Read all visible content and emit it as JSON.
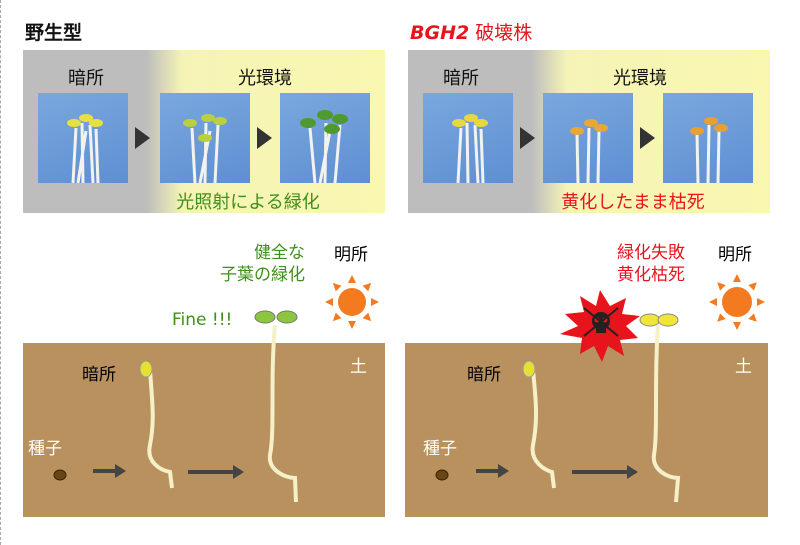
{
  "left": {
    "title": "野生型",
    "dark_label": "暗所",
    "light_label": "光環境",
    "caption": "光照射による緑化",
    "scene": {
      "annotation_lines": [
        "健全な",
        "子葉の緑化"
      ],
      "bright_label": "明所",
      "fine_label": "Fine !!!",
      "dark_label": "暗所",
      "seed_label": "種子",
      "soil_label": "土"
    }
  },
  "right": {
    "title_gene": "BGH2",
    "title_suffix": " 破壊株",
    "dark_label": "暗所",
    "light_label": "光環境",
    "caption": "黄化したまま枯死",
    "scene": {
      "annotation_lines": [
        "緑化失敗",
        "黄化枯死"
      ],
      "bright_label": "明所",
      "dark_label": "暗所",
      "seed_label": "種子",
      "soil_label": "土"
    }
  },
  "colors": {
    "green_text": "#3f8f1c",
    "red_text": "#e8141c",
    "soil": "#b8915e",
    "sun": "#f47a20"
  }
}
